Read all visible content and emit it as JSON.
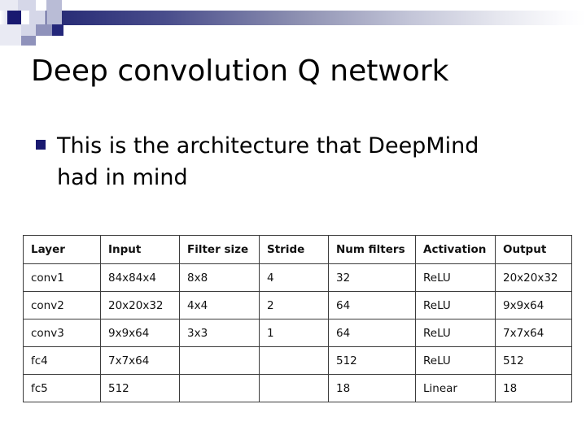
{
  "slide": {
    "title": "Deep convolution Q network",
    "bullets": [
      {
        "marker": "square-bullet",
        "text": "This is the architecture that DeepMind had in mind"
      }
    ]
  },
  "colors": {
    "accent_navy": "#191970",
    "band_dark": "#24277a",
    "band_mid": "#8f92bb",
    "band_light": "#b9bcd6",
    "text": "#000000",
    "table_border": "#3c3c3c"
  },
  "table": {
    "name": "architecture-table",
    "headers": [
      "Layer",
      "Input",
      "Filter size",
      "Stride",
      "Num filters",
      "Activation",
      "Output"
    ],
    "rows": [
      {
        "layer": "conv1",
        "input": "84x84x4",
        "filter_size": "8x8",
        "stride": "4",
        "num_filters": "32",
        "activation": "ReLU",
        "output": "20x20x32"
      },
      {
        "layer": "conv2",
        "input": "20x20x32",
        "filter_size": "4x4",
        "stride": "2",
        "num_filters": "64",
        "activation": "ReLU",
        "output": "9x9x64"
      },
      {
        "layer": "conv3",
        "input": "9x9x64",
        "filter_size": "3x3",
        "stride": "1",
        "num_filters": "64",
        "activation": "ReLU",
        "output": "7x7x64"
      },
      {
        "layer": "fc4",
        "input": "7x7x64",
        "filter_size": "",
        "stride": "",
        "num_filters": "512",
        "activation": "ReLU",
        "output": "512"
      },
      {
        "layer": "fc5",
        "input": "512",
        "filter_size": "",
        "stride": "",
        "num_filters": "18",
        "activation": "Linear",
        "output": "18"
      }
    ]
  }
}
